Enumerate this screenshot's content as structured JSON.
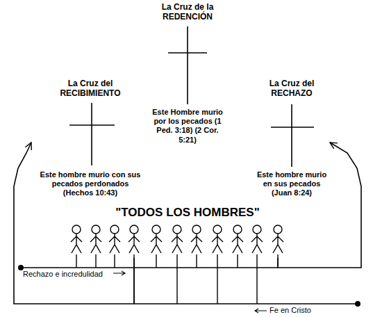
{
  "diagram": {
    "nodes": [
      {
        "text": [
          "La Cruz de la REDENCIÓN",
          "Este Hombre murio por los pecados (1 Ped. 3:18) (2 Cor. 5:21)"
        ]
      },
      {
        "text": [
          "La Cruz del RECIBIMIENTO",
          "Este hombre murio con sus pecados perdonados (Hechos 10:43)"
        ]
      },
      {
        "text": [
          "La Cruz del RECHAZO",
          "Este hombre murio en sus pecados (Juan 8:24)"
        ]
      },
      {
        "text": [
          "\"TODOS LOS HOMBRES\""
        ]
      }
    ],
    "edges": [
      {
        "from": 3,
        "to": 2,
        "arrow": "to",
        "label": "Rechazo e incredulidad"
      },
      {
        "from": 3,
        "to": 1,
        "arrow": "to",
        "label": "Fe en Cristo"
      }
    ]
  }
}
